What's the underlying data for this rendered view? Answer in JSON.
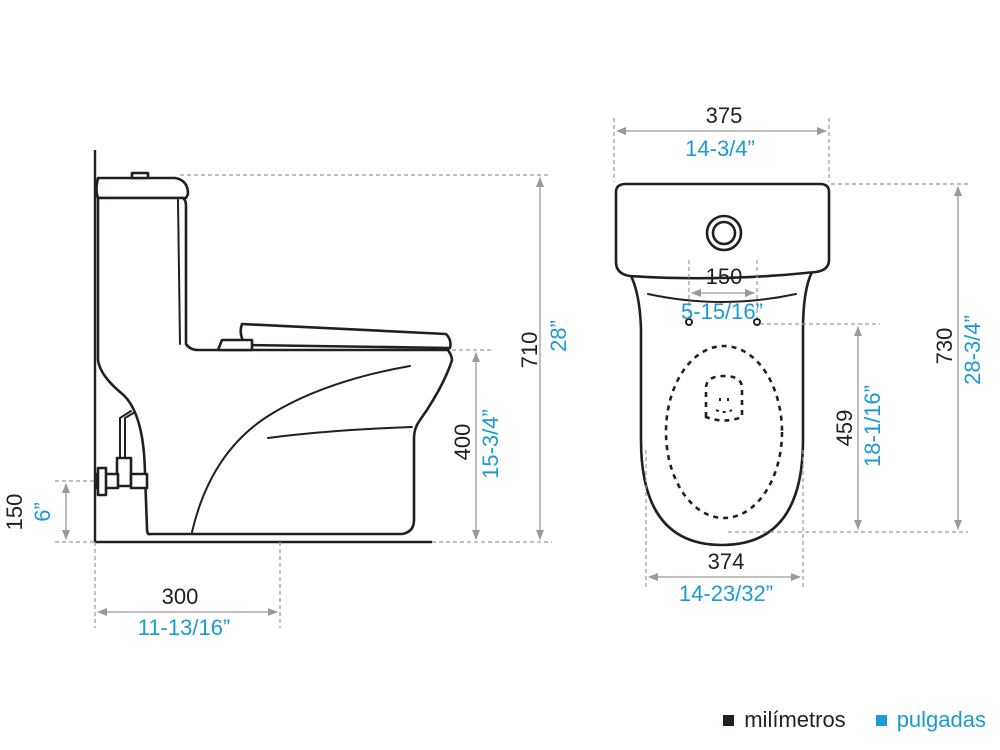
{
  "side_view": {
    "dim_height_total": {
      "mm": "710",
      "inch": "28”"
    },
    "dim_seat_height": {
      "mm": "400",
      "inch": "15-3/4”"
    },
    "dim_supply_height": {
      "mm": "150",
      "inch": "6”"
    },
    "dim_rough_in": {
      "mm": "300",
      "inch": "11-13/16”"
    }
  },
  "top_view": {
    "dim_tank_width": {
      "mm": "375",
      "inch": "14-3/4”"
    },
    "dim_outlet_spacing": {
      "mm": "150",
      "inch": "5-15/16”"
    },
    "dim_bowl_length": {
      "mm": "459",
      "inch": "18-1/16”"
    },
    "dim_total_depth": {
      "mm": "730",
      "inch": "28-3/4”"
    },
    "dim_bowl_width": {
      "mm": "374",
      "inch": "14-23/32”"
    }
  },
  "legend": {
    "mm_label": "milímetros",
    "inch_label": "pulgadas",
    "mm_color": "#231f20",
    "inch_color": "#1a9ad6"
  }
}
